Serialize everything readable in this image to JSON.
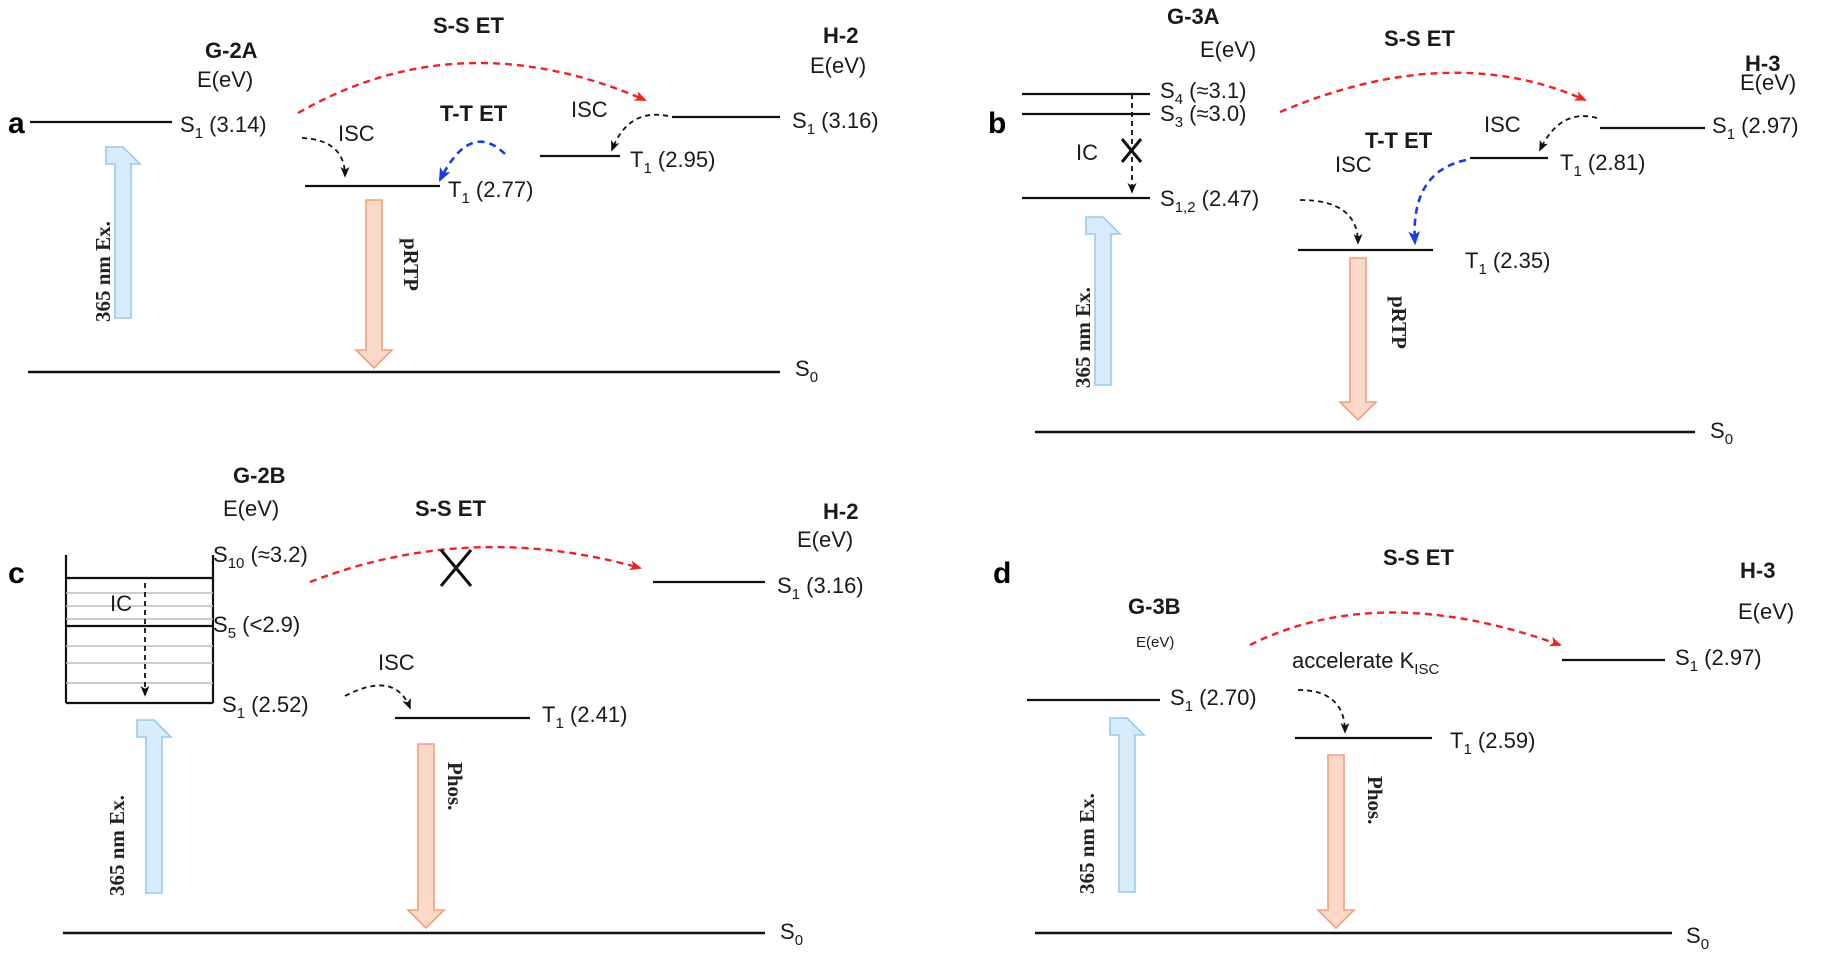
{
  "panels": {
    "a": {
      "letter": "a",
      "guest": "G-2A",
      "guest_unit": "E(eV)",
      "host": "H-2",
      "host_unit": "E(eV)",
      "sset": "S-S ET",
      "ttet": "T-T ET",
      "isc_left": "ISC",
      "isc_right": "ISC",
      "g_s1": "(3.14)",
      "g_t1": "(2.77)",
      "h_s1": "(3.16)",
      "h_t1": "(2.95)",
      "ground": "S",
      "excitation": "365 nm Ex.",
      "emission": "pRTP"
    },
    "b": {
      "letter": "b",
      "guest": "G-3A",
      "guest_unit": "E(eV)",
      "host": "H-3",
      "host_unit": "E(eV)",
      "sset": "S-S ET",
      "ttet": "T-T ET",
      "isc_left": "ISC",
      "isc_right": "ISC",
      "ic": "IC",
      "g_s4": "(≈3.1)",
      "g_s3": "(≈3.0)",
      "g_s12": "(2.47)",
      "g_t1": "(2.35)",
      "h_s1": "(2.97)",
      "h_t1": "(2.81)",
      "ground": "S",
      "excitation": "365 nm Ex.",
      "emission": "pRTP"
    },
    "c": {
      "letter": "c",
      "guest": "G-2B",
      "guest_unit": "E(eV)",
      "host": "H-2",
      "host_unit": "E(eV)",
      "sset": "S-S ET",
      "isc": "ISC",
      "ic": "IC",
      "g_s10": "(≈3.2)",
      "g_s5": "(<2.9)",
      "g_s1": "(2.52)",
      "g_t1": "(2.41)",
      "h_s1": "(3.16)",
      "ground": "S",
      "excitation": "365 nm Ex.",
      "emission": "Phos."
    },
    "d": {
      "letter": "d",
      "guest": "G-3B",
      "guest_unit": "E(eV)",
      "host": "H-3",
      "host_unit": "E(eV)",
      "sset": "S-S ET",
      "accel": "accelerate K",
      "accel_sub": "ISC",
      "g_s1": "(2.70)",
      "g_t1": "(2.59)",
      "h_s1": "(2.97)",
      "ground": "S",
      "excitation": "365 nm Ex.",
      "emission": "Phos."
    }
  },
  "colors": {
    "sset_arrow": "#ee2222",
    "ttet_arrow": "#1a3ae8",
    "excitation_arrow": "#d9ecfb",
    "emission_arrow": "#fbd9c8"
  }
}
